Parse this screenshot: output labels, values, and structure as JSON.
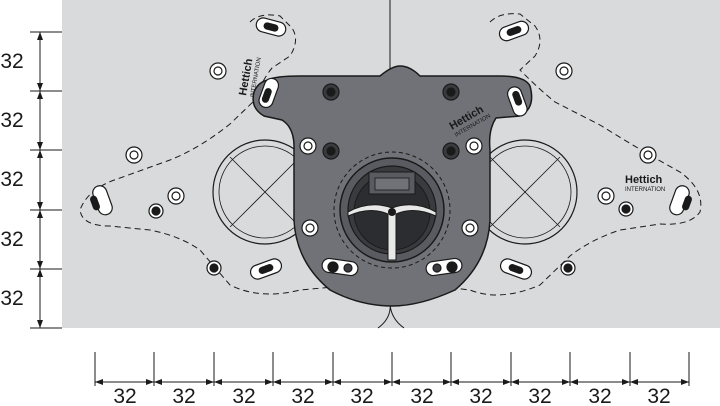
{
  "drawing": {
    "vertical_dimensions": [
      "32",
      "32",
      "32",
      "32",
      "32"
    ],
    "horizontal_dimensions": [
      "32",
      "32",
      "32",
      "32",
      "32",
      "32",
      "32",
      "32",
      "32",
      "32"
    ],
    "brand_name": "Hettich",
    "brand_subtitle": "INTERNATION",
    "colors": {
      "panel": "#d9dadb",
      "plate": "#707278",
      "plate_dark": "#4a4b50",
      "line": "#1a1a1a",
      "hole_fill": "#ffffff",
      "core": "#2c2d30",
      "spring": "#e8e8e8"
    }
  }
}
